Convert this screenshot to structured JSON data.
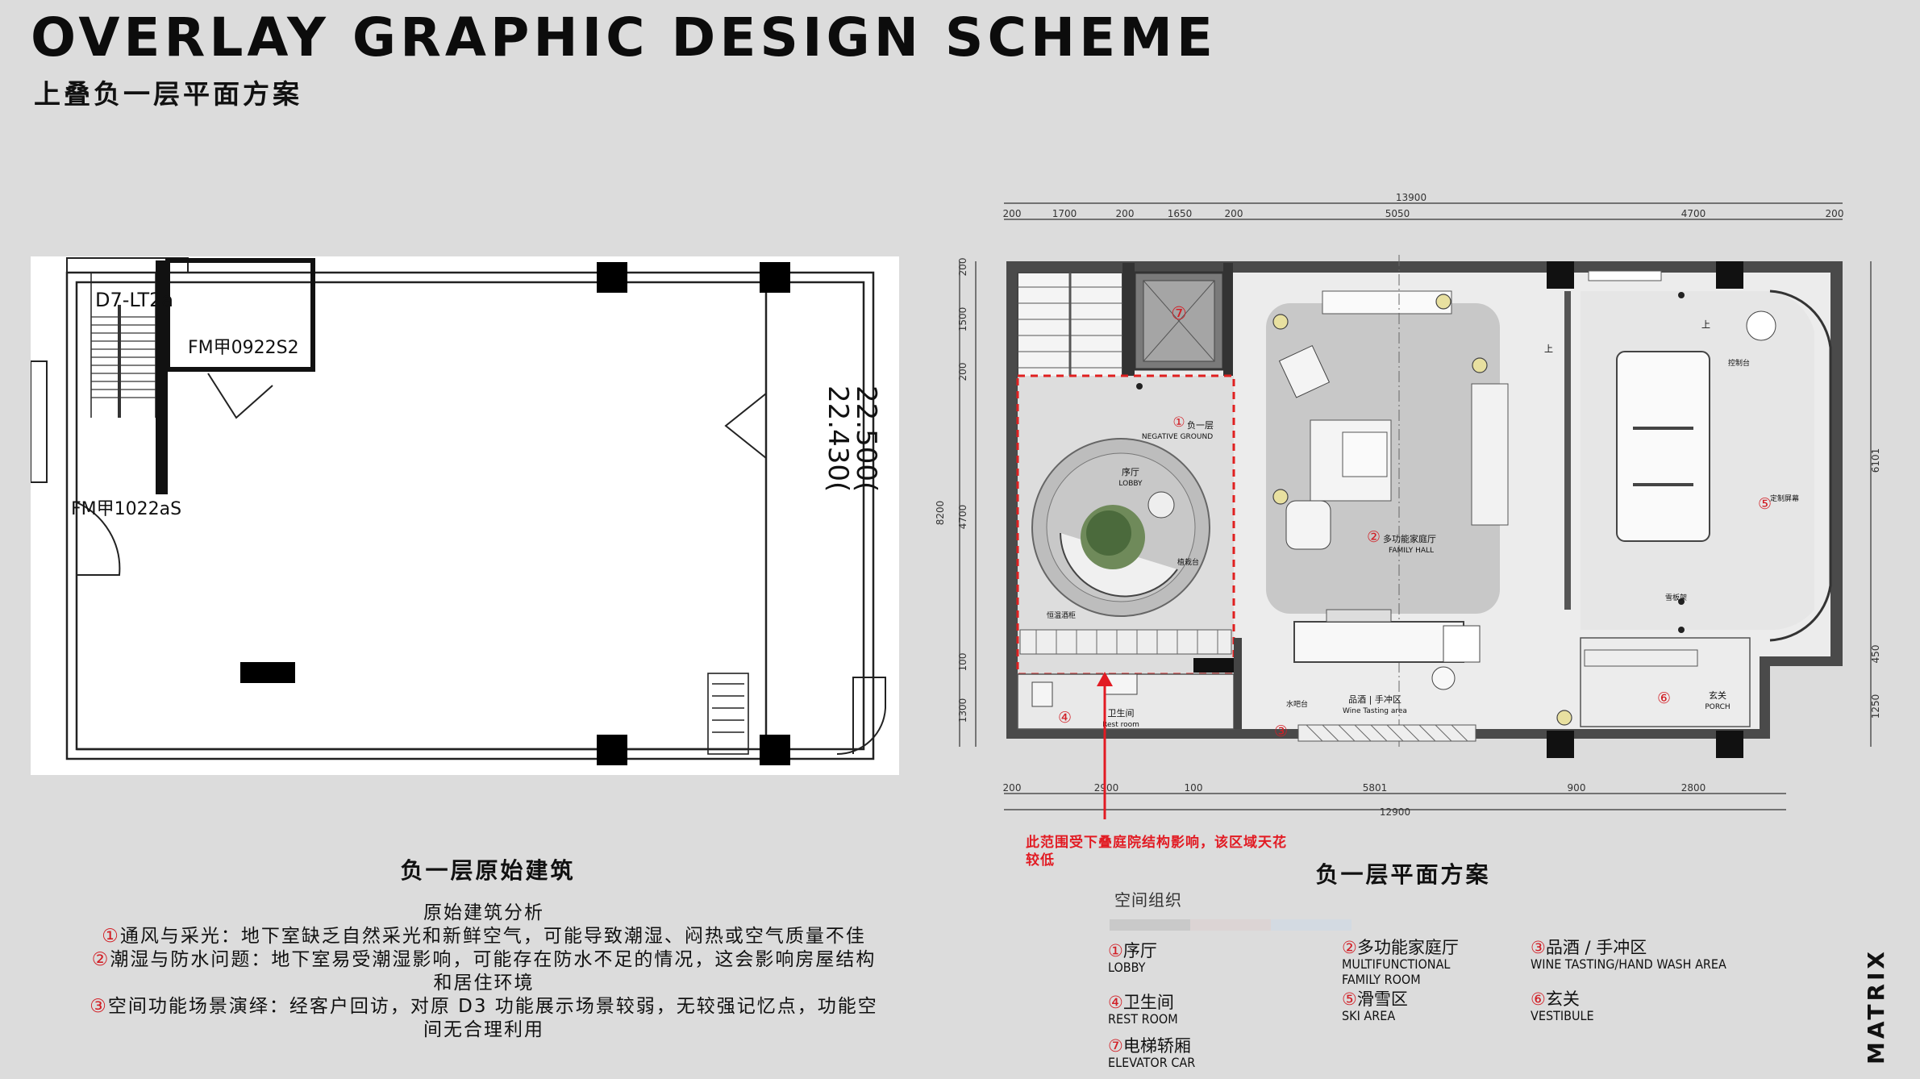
{
  "header": {
    "title": "OVERLAY GRAPHIC DESIGN SCHEME",
    "subtitle": "上叠负一层平面方案"
  },
  "brand": "MATRIX",
  "original_plan": {
    "caption": "负一层原始建筑",
    "labels": {
      "stair": "D7-LT2a",
      "door1": "FM甲0922S2",
      "door2": "FM甲1022aS",
      "elev1": "22.500(",
      "elev2": "22.430("
    },
    "analysis": {
      "heading": "原始建筑分析",
      "items": [
        {
          "num": "①",
          "text": "通风与采光：地下室缺乏自然采光和新鲜空气，可能导致潮湿、闷热或空气质量不佳"
        },
        {
          "num": "②",
          "text": "潮湿与防水问题：地下室易受潮湿影响，可能存在防水不足的情况，这会影响房屋结构和居住环境"
        },
        {
          "num": "③",
          "text": "空间功能场景演绎：经客户回访，对原 D3 功能展示场景较弱，无较强记忆点，功能空间无合理利用"
        }
      ]
    }
  },
  "new_plan": {
    "caption": "负一层平面方案",
    "annotation": "此范围受下叠庭院结构影响，该区域天花较低",
    "dims": {
      "top_total": "13900",
      "top": [
        "200",
        "1700",
        "200",
        "1650",
        "200",
        "5050",
        "4700",
        "200"
      ],
      "bottom": [
        "200",
        "2900",
        "100",
        "5801",
        "900",
        "2800"
      ],
      "bottom_total": "12900",
      "left_total": "8200",
      "left": [
        "200",
        "1500",
        "200",
        "4700",
        "100",
        "1300"
      ],
      "right": [
        "6101",
        "450",
        "1250"
      ]
    },
    "rooms": {
      "elevator": "⑦",
      "lobby_num": "①",
      "lobby_cn": "负一层",
      "lobby_en": "NEGATIVE GROUND",
      "lobby_sub_cn": "序厅",
      "lobby_sub_en": "LOBBY",
      "planter": "植栽台",
      "bench": "恒温酒柜",
      "hall_num": "②",
      "hall_cn": "多功能家庭厅",
      "hall_en": "FAMILY HALL",
      "wine_num": "③",
      "wine_cn": "品酒 | 手冲区",
      "wine_en": "Wine Tasting area",
      "bar": "水吧台",
      "rest_num": "④",
      "rest_cn": "卫生间",
      "rest_en": "Rest room",
      "ski_num": "⑤",
      "control": "控制台",
      "screen": "定制屏幕",
      "ski_board": "雪板架",
      "porch_num": "⑥",
      "porch_cn": "玄关",
      "porch_en": "PORCH",
      "up": "上"
    }
  },
  "legend": {
    "title": "空间组织",
    "swatches": [
      "#c9c9c9",
      "#dcd4d4",
      "#d3dae2"
    ],
    "items": [
      {
        "num": "①",
        "cn": "序厅",
        "en": "LOBBY"
      },
      {
        "num": "②",
        "cn": "多功能家庭厅",
        "en": "MULTIFUNCTIONAL FAMILY ROOM"
      },
      {
        "num": "③",
        "cn": "品酒 / 手冲区",
        "en": "WINE TASTING/HAND WASH AREA"
      },
      {
        "num": "④",
        "cn": "卫生间",
        "en": "REST ROOM"
      },
      {
        "num": "⑤",
        "cn": "滑雪区",
        "en": "SKI AREA"
      },
      {
        "num": "⑥",
        "cn": "玄关",
        "en": "VESTIBULE"
      },
      {
        "num": "⑦",
        "cn": "电梯轿厢",
        "en": "ELEVATOR CAR"
      }
    ]
  }
}
